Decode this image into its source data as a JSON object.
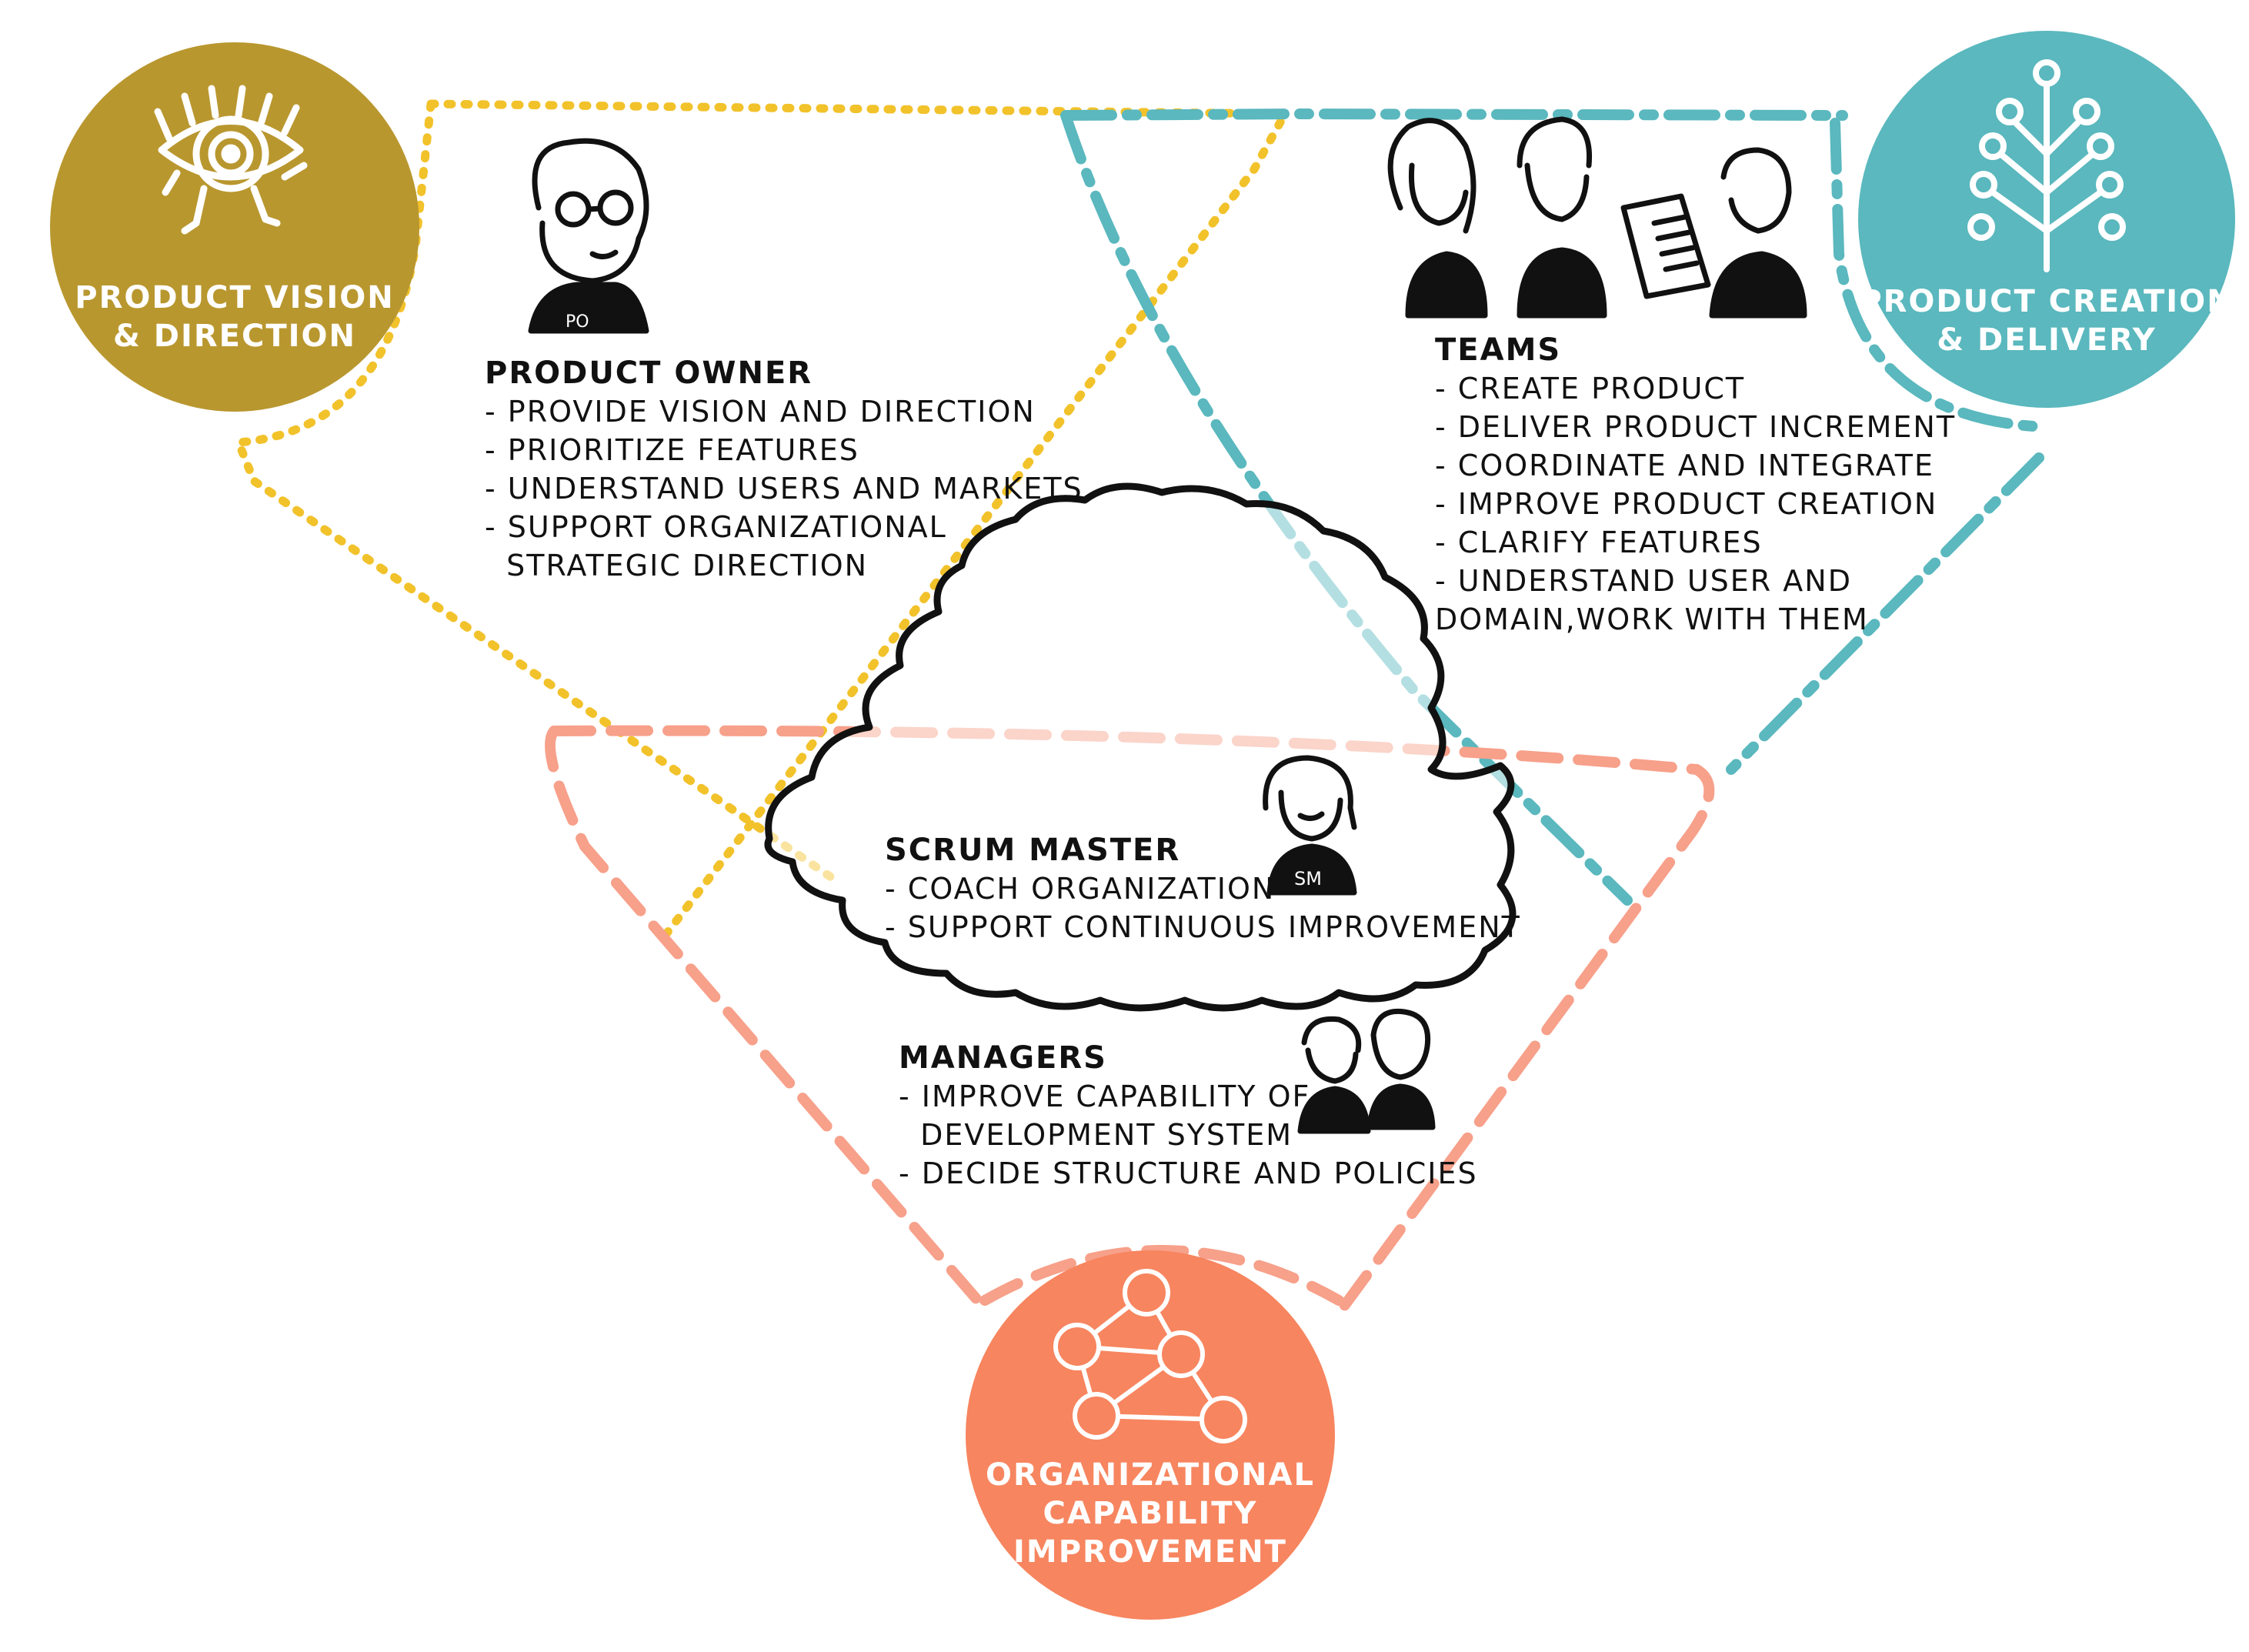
{
  "colors": {
    "vision": "#b9972f",
    "vision_line": "#f2c22b",
    "creation": "#5ab8be",
    "capability": "#f7855f",
    "capability_line": "#f7a08a",
    "ink": "#111111"
  },
  "circles": {
    "vision": {
      "lines": [
        "PRODUCT VISION",
        "& DIRECTION"
      ],
      "icon": "eye-icon"
    },
    "creation": {
      "lines": [
        "PRODUCT CREATION",
        "& DELIVERY"
      ],
      "icon": "apple-tree-icon"
    },
    "capability": {
      "lines": [
        "ORGANIZATIONAL",
        "CAPABILITY",
        "IMPROVEMENT"
      ],
      "icon": "network-people-icon"
    }
  },
  "roles": {
    "product_owner": {
      "title": "PRODUCT OWNER",
      "badge": "PO",
      "items": [
        "- PROVIDE VISION AND DIRECTION",
        "- PRIORITIZE FEATURES",
        "- UNDERSTAND USERS AND MARKETS",
        "- SUPPORT ORGANIZATIONAL",
        "  STRATEGIC DIRECTION"
      ]
    },
    "teams": {
      "title": "TEAMS",
      "items": [
        "- CREATE PRODUCT",
        "- DELIVER PRODUCT INCREMENT",
        "- COORDINATE AND INTEGRATE",
        "- IMPROVE PRODUCT CREATION",
        "- CLARIFY FEATURES",
        "- UNDERSTAND USER AND",
        "DOMAIN,WORK WITH THEM"
      ]
    },
    "scrum_master": {
      "title": "SCRUM MASTER",
      "badge": "SM",
      "items": [
        "- COACH ORGANIZATION",
        "- SUPPORT CONTINUOUS IMPROVEMENT"
      ]
    },
    "managers": {
      "title": "MANAGERS",
      "items": [
        "- IMPROVE CAPABILITY OF",
        "  DEVELOPMENT SYSTEM",
        "- DECIDE STRUCTURE AND POLICIES"
      ]
    }
  }
}
